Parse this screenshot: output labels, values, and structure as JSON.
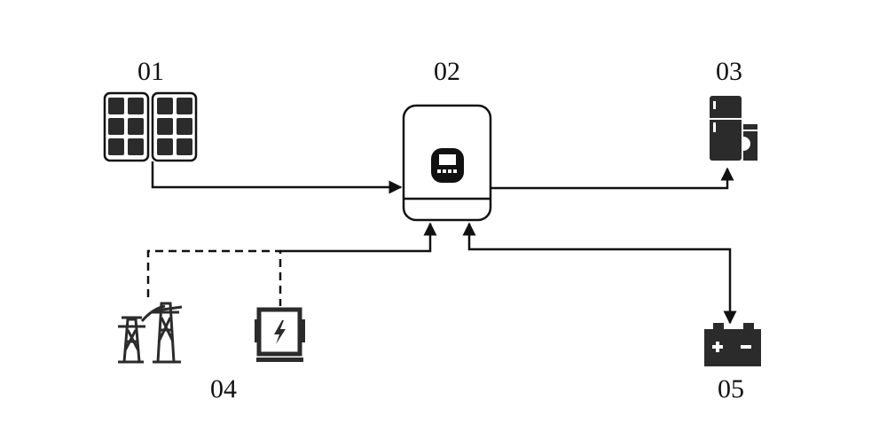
{
  "diagram": {
    "type": "solar-hybrid-inverter-system",
    "colors": {
      "stroke": "#111111",
      "icon_fill": "#2b2b2b",
      "background": "#ffffff"
    },
    "nodes": [
      {
        "id": "01",
        "label": "01",
        "icon": "solar-panels-icon"
      },
      {
        "id": "02",
        "label": "02",
        "icon": "hybrid-inverter-icon"
      },
      {
        "id": "03",
        "label": "03",
        "icon": "home-appliances-icon"
      },
      {
        "id": "04",
        "label": "04",
        "icon": "grid-and-generator-icon"
      },
      {
        "id": "05",
        "label": "05",
        "icon": "battery-icon"
      }
    ],
    "edges": [
      {
        "from": "01",
        "to": "02",
        "style": "solid",
        "arrow": "end"
      },
      {
        "from": "02",
        "to": "03",
        "style": "solid",
        "arrow": "end"
      },
      {
        "from": "04-grid",
        "to": "04-generator",
        "style": "dashed",
        "arrow": "none"
      },
      {
        "from": "04",
        "to": "02",
        "style": "solid",
        "arrow": "end"
      },
      {
        "from": "05",
        "to": "02",
        "style": "solid",
        "arrow": "both"
      }
    ]
  }
}
